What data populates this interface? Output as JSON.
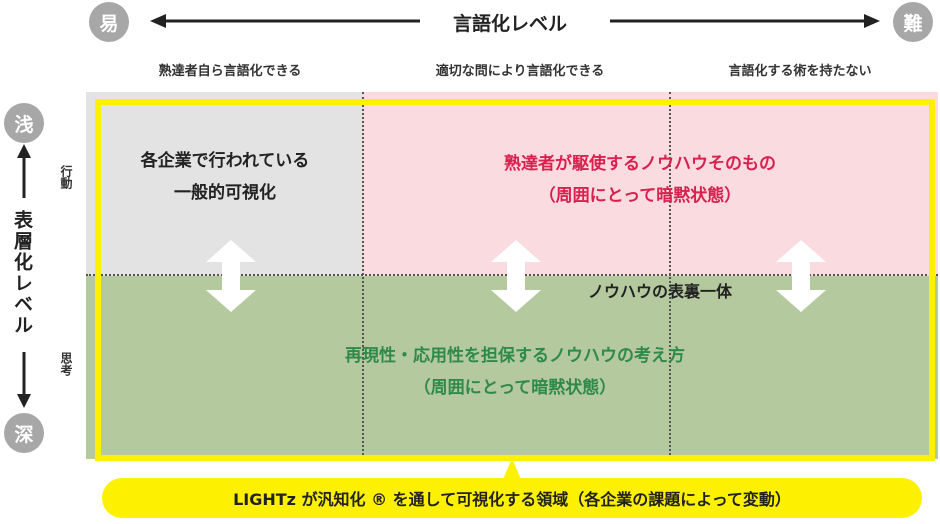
{
  "header": {
    "left_badge": "易",
    "right_badge": "難",
    "title": "言語化レベル",
    "columns": [
      "熟達者自ら言語化できる",
      "適切な問により言語化できる",
      "言語化する術を持たない"
    ]
  },
  "side": {
    "top_badge": "浅",
    "bottom_badge": "深",
    "title": "表層化レベル",
    "rows": [
      "行動",
      "思考"
    ]
  },
  "quadrants": {
    "gray_line1": "各企業で行われている",
    "gray_line2": "一般的可視化",
    "pink_line1": "熟達者が駆使するノウハウそのもの",
    "pink_line2": "（周囲にとって暗黙状態）",
    "middle": "ノウハウの表裏一体",
    "green_line1": "再現性・応用性を担保するノウハウの考え方",
    "green_line2": "（周囲にとって暗黙状態）"
  },
  "banner": "LIGHTz が汎知化 ® を通して可視化する領域（各企業の課題によって変動）",
  "colors": {
    "gray_area": "#e3e3e3",
    "pink_area": "#fadbe0",
    "green_area": "#b5c99f",
    "yellow": "#fdf001",
    "pink_text": "#d9204e",
    "green_text": "#2f8a4a",
    "badge": "#a7a7a7"
  }
}
